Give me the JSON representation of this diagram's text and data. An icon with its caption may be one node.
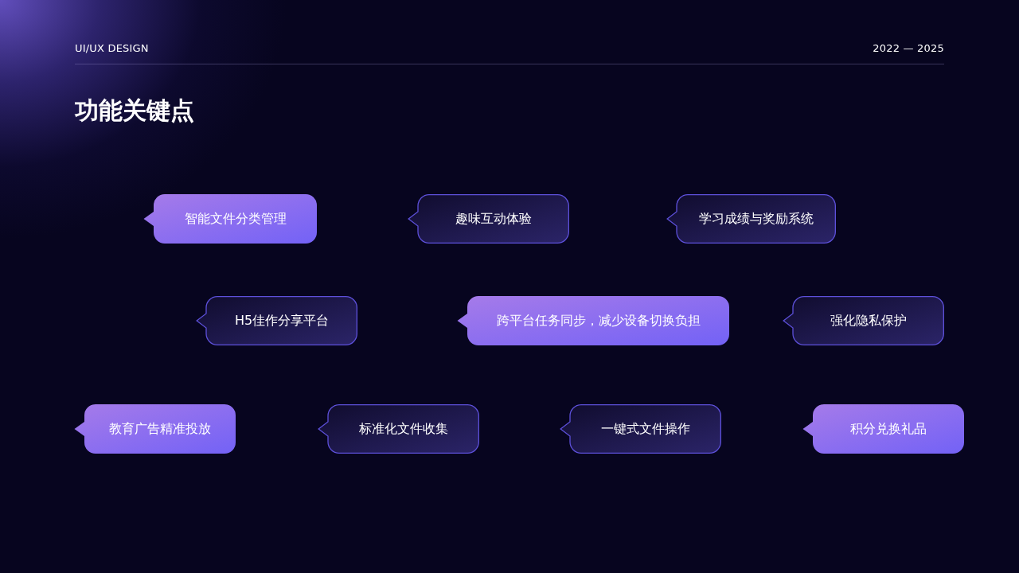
{
  "diagram": {
    "title": "功能关键点",
    "nodes": [
      {
        "text": [
          "智能文件分类管理"
        ]
      },
      {
        "text": [
          "趣味互动体验"
        ]
      },
      {
        "text": [
          "学习成绩与奖励系统"
        ]
      },
      {
        "text": [
          "H5佳作分享平台"
        ]
      },
      {
        "text": [
          "跨平台任务同步，减少设备切换负担"
        ]
      },
      {
        "text": [
          "强化隐私保护"
        ]
      },
      {
        "text": [
          "教育广告精准投放"
        ]
      },
      {
        "text": [
          "标准化文件收集"
        ]
      },
      {
        "text": [
          "一键式文件操作"
        ]
      },
      {
        "text": [
          "积分兑换礼品"
        ]
      }
    ],
    "labels": [
      "UI/UX DESIGN",
      "2022 — 2025"
    ]
  }
}
